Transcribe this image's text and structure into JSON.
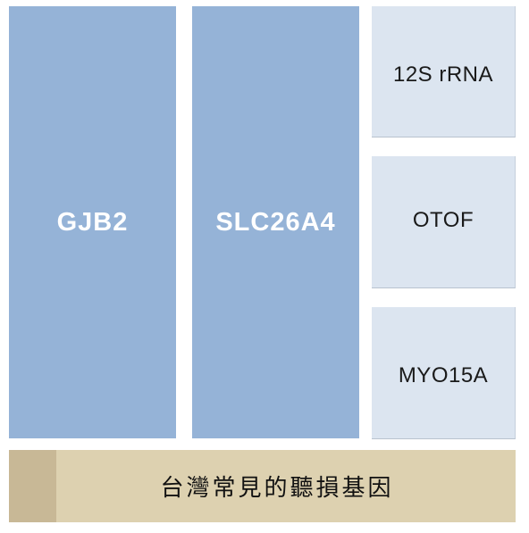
{
  "genes": {
    "gjb2": "GJB2",
    "slc26a4": "SLC26A4",
    "rrna12s": "12S rRNA",
    "otof": "OTOF",
    "myo15a": "MYO15A"
  },
  "banner": {
    "label": "台灣常見的聽損基因"
  },
  "colors": {
    "major_tile": "#95b3d7",
    "minor_tile": "#dce5f0",
    "banner": "#ddd1b0",
    "banner_accent": "#c8b896"
  }
}
